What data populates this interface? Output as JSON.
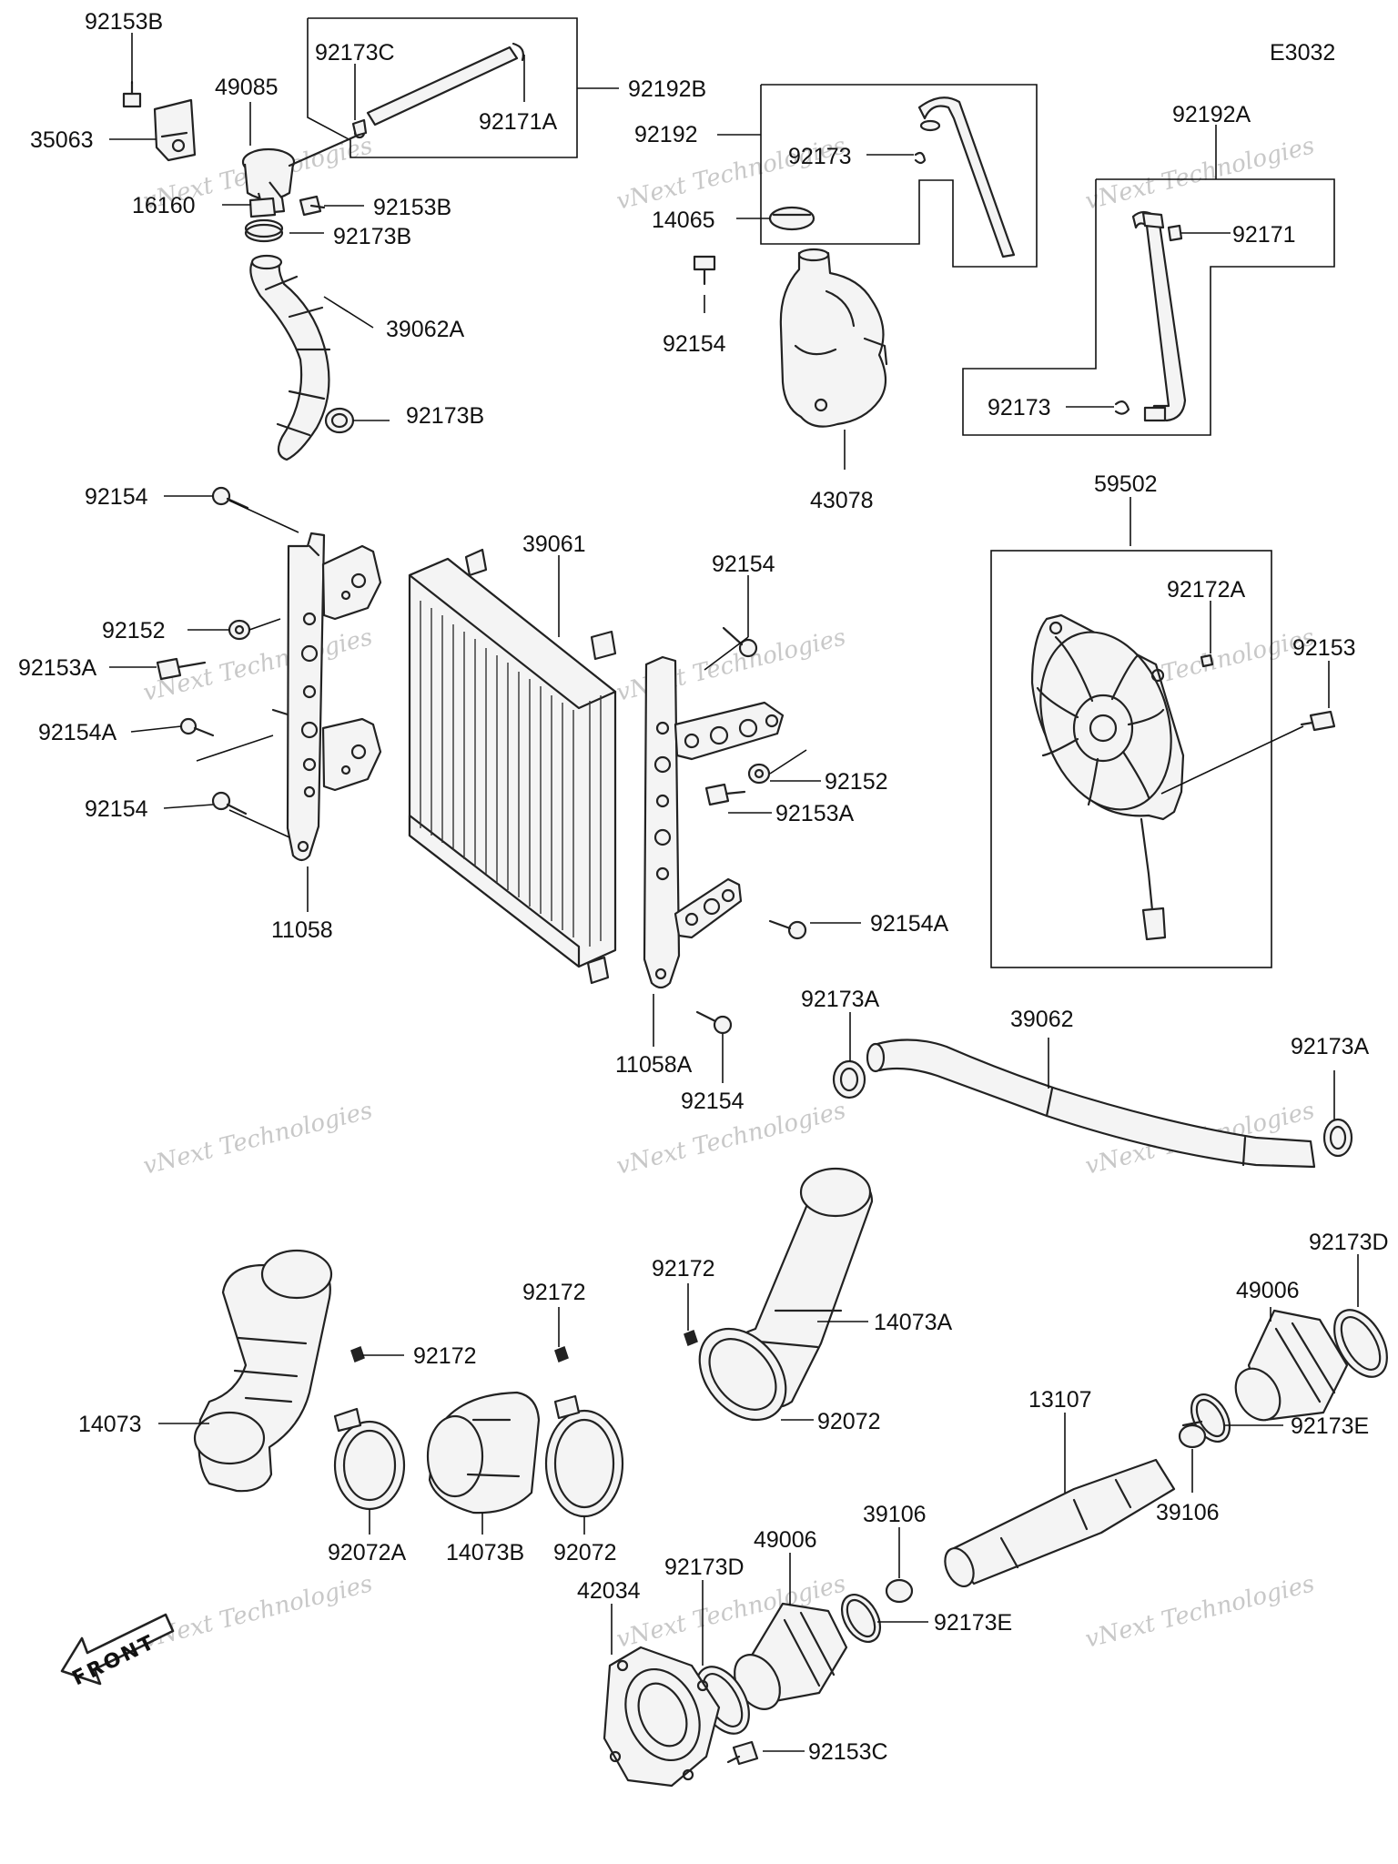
{
  "diagram_code": "E3032",
  "front_label": "FRONT",
  "watermark": {
    "line1": "vNext Technologies",
    "line2": "vNext Technologies"
  },
  "labels": {
    "p92153B_top": "92153B",
    "p49085": "49085",
    "p35063": "35063",
    "p92173C": "92173C",
    "p92192B": "92192B",
    "p92171A": "92171A",
    "p16160": "16160",
    "p92153B_mid": "92153B",
    "p92173B_a": "92173B",
    "p39062A": "39062A",
    "p92173B_b": "92173B",
    "p92192": "92192",
    "p92173_top": "92173",
    "p14065": "14065",
    "p92154_cap": "92154",
    "p43078": "43078",
    "p92192A": "92192A",
    "p92171": "92171",
    "p92173_right": "92173",
    "p92154_l1": "92154",
    "p92152_l": "92152",
    "p92153A_l": "92153A",
    "p92154A_l": "92154A",
    "p92154_l2": "92154",
    "p11058": "11058",
    "p39061": "39061",
    "p92154_r1": "92154",
    "p92152_r": "92152",
    "p92153A_r": "92153A",
    "p92154A_r": "92154A",
    "p11058A": "11058A",
    "p92154_r2": "92154",
    "p59502": "59502",
    "p92172A": "92172A",
    "p92153": "92153",
    "p92173A_l": "92173A",
    "p39062": "39062",
    "p92173A_r": "92173A",
    "p14073": "14073",
    "p92172_a": "92172",
    "p92172_b": "92172",
    "p92072A": "92072A",
    "p14073B": "14073B",
    "p92072_a": "92072",
    "p92172_c": "92172",
    "p14073A": "14073A",
    "p92072_b": "92072",
    "p92173D_r": "92173D",
    "p49006_r": "49006",
    "p92173E_r": "92173E",
    "p13107": "13107",
    "p39106_r": "39106",
    "p39106_l": "39106",
    "p49006_l": "49006",
    "p92173D_l": "92173D",
    "p42034": "42034",
    "p92173E_l": "92173E",
    "p92153C": "92153C"
  }
}
